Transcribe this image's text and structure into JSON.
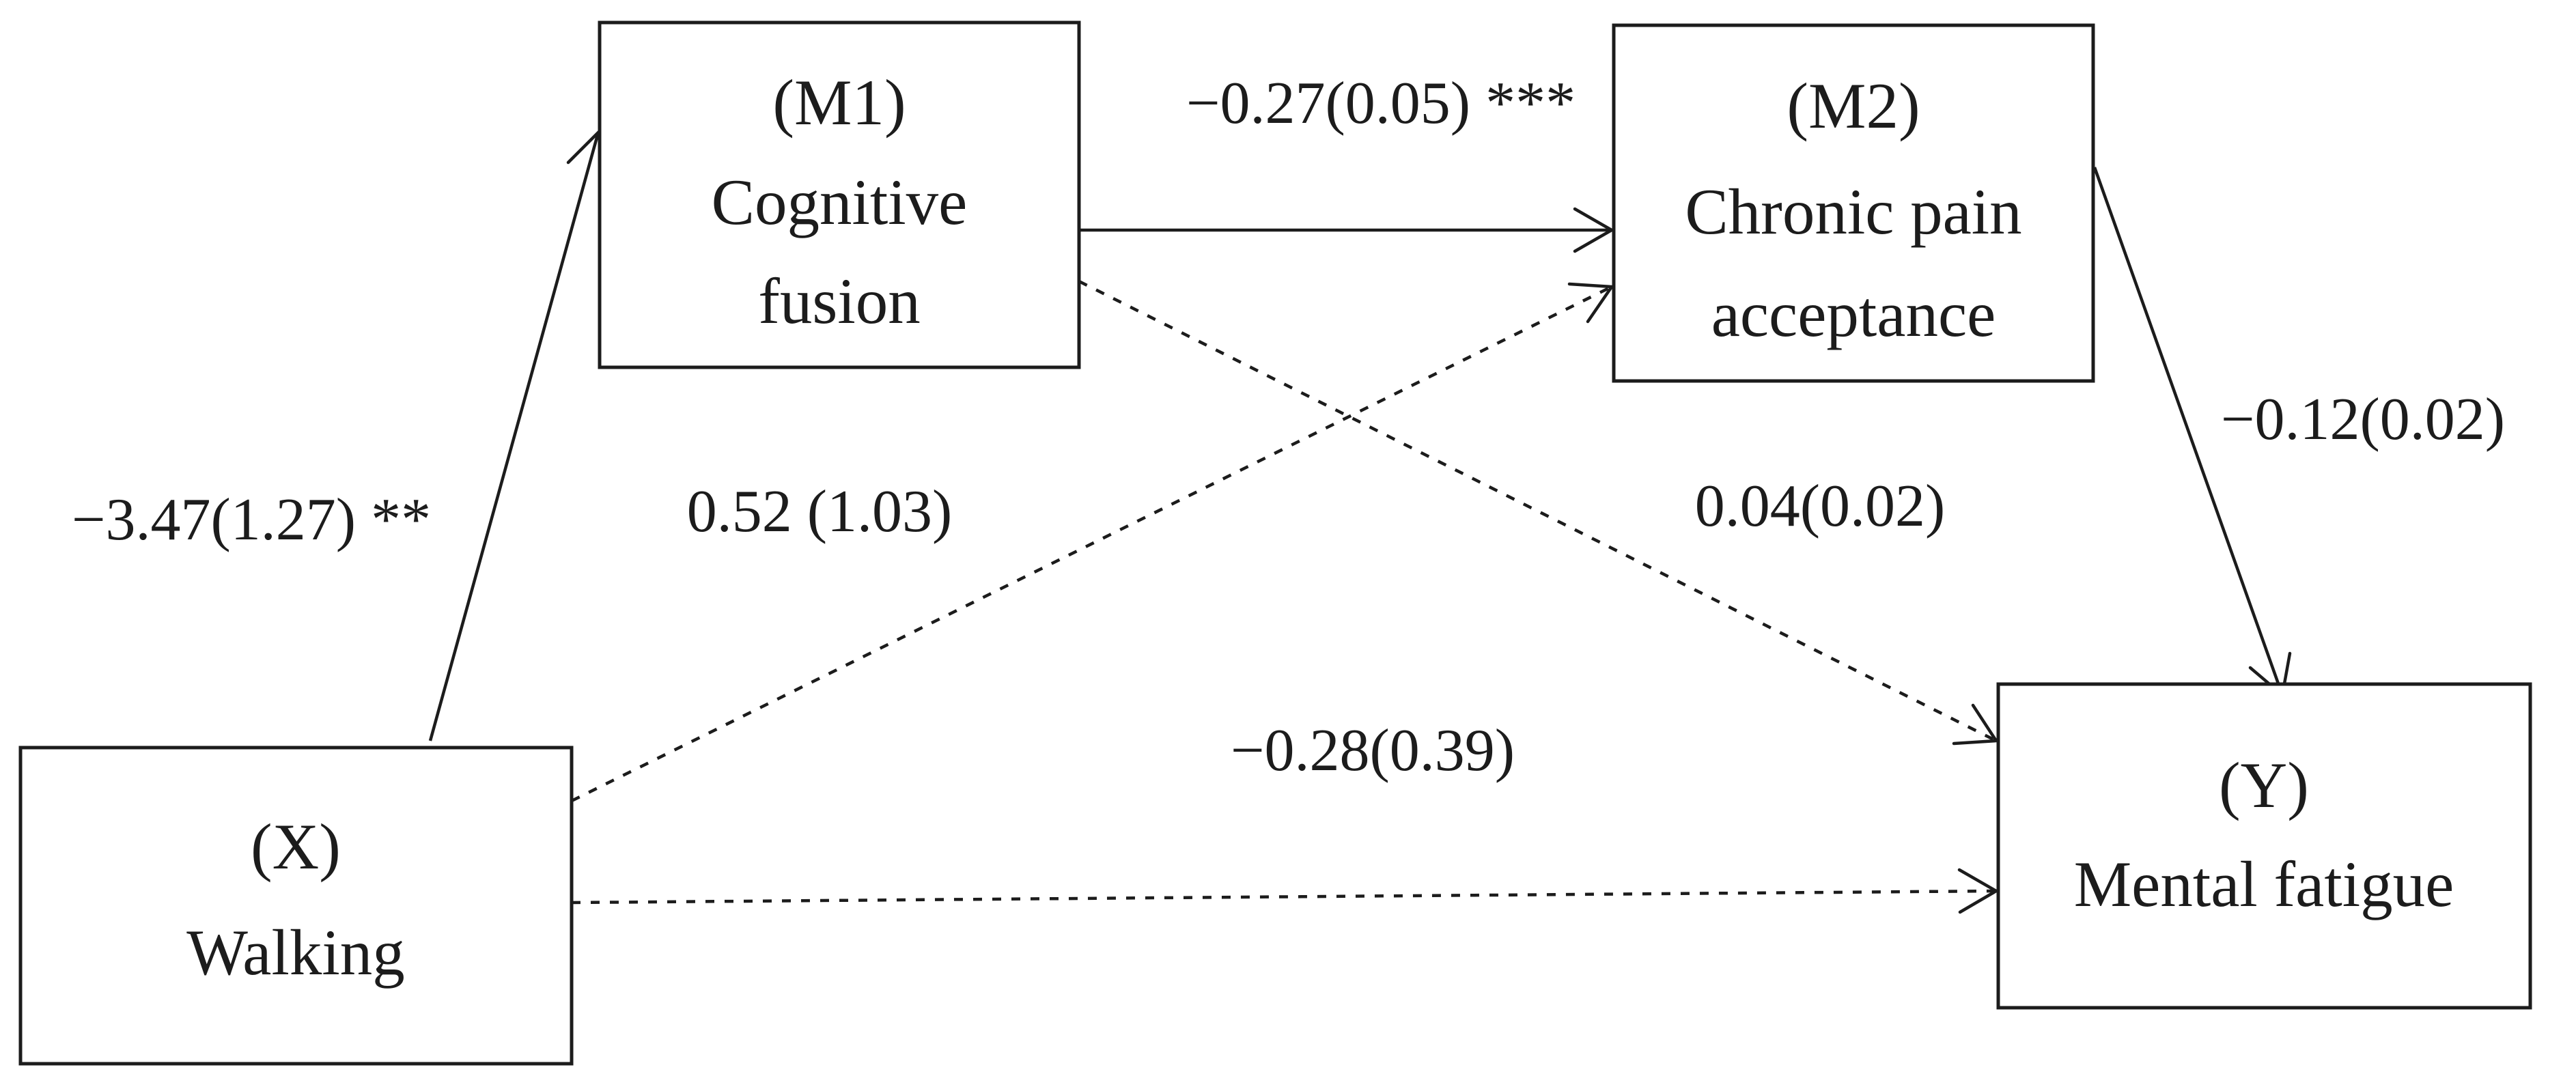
{
  "diagram": {
    "type": "mediation-path-model",
    "colors": {
      "background": "#ffffff",
      "line": "#1c1c1c",
      "text": "#1c1c1c"
    },
    "nodes": {
      "x": {
        "code": "(X)",
        "line1": "Walking"
      },
      "m1": {
        "code": "(M1)",
        "line1": "Cognitive",
        "line2": "fusion"
      },
      "m2": {
        "code": "(M2)",
        "line1": "Chronic pain",
        "line2": "acceptance"
      },
      "y": {
        "code": "(Y)",
        "line1": "Mental fatigue"
      }
    },
    "paths": {
      "x_to_m1": {
        "from": "X",
        "to": "M1",
        "style": "solid",
        "label": "−3.47(1.27) **"
      },
      "m1_to_m2": {
        "from": "M1",
        "to": "M2",
        "style": "solid",
        "label": "−0.27(0.05) ***"
      },
      "m2_to_y": {
        "from": "M2",
        "to": "Y",
        "style": "solid",
        "label": "−0.12(0.02)"
      },
      "x_to_m2": {
        "from": "X",
        "to": "M2",
        "style": "dotted",
        "label": "0.52 (1.03)"
      },
      "m1_to_y": {
        "from": "M1",
        "to": "Y",
        "style": "dotted",
        "label": "0.04(0.02)"
      },
      "x_to_y": {
        "from": "X",
        "to": "Y",
        "style": "dotted",
        "label": "−0.28(0.39)"
      }
    }
  }
}
